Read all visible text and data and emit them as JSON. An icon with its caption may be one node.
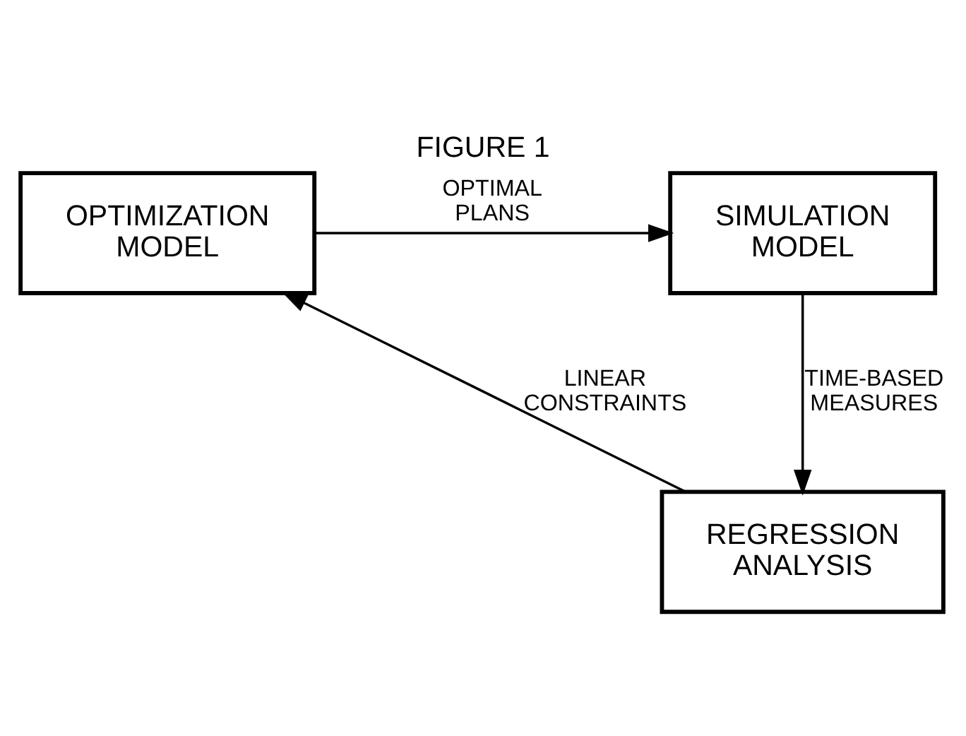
{
  "diagram": {
    "title": "FIGURE 1",
    "nodes": [
      {
        "text": [
          "OPTIMIZATION MODEL"
        ]
      },
      {
        "text": [
          "SIMULATION MODEL"
        ]
      },
      {
        "text": [
          "REGRESSION ANALYSIS"
        ]
      }
    ],
    "edges": [
      {
        "from": 0,
        "to": 1,
        "arrow": "to",
        "label": "OPTIMAL PLANS"
      },
      {
        "from": 1,
        "to": 2,
        "arrow": "to",
        "label": "TIME-BASED MEASURES"
      },
      {
        "from": 2,
        "to": 0,
        "arrow": "to",
        "label": "LINEAR CONSTRAINTS"
      }
    ]
  }
}
